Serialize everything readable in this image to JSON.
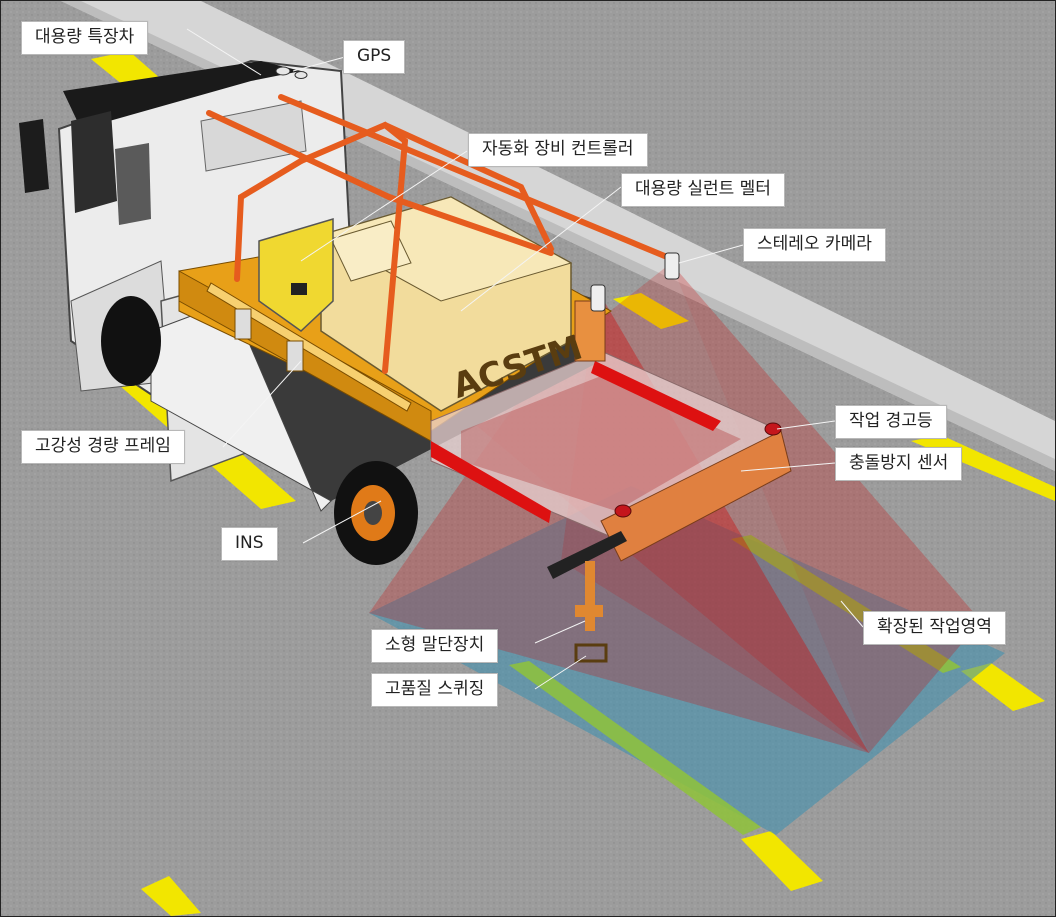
{
  "labels": {
    "vehicle": "대용량 특장차",
    "gps": "GPS",
    "controller": "자동화 장비 컨트롤러",
    "melter": "대용량 실런트 멜터",
    "camera": "스테레오 카메라",
    "frame": "고강성 경량 프레임",
    "warning_light": "작업 경고등",
    "collision_sensor": "충돌방지 센서",
    "ins": "INS",
    "expanded_area": "확장된 작업영역",
    "end_effector": "소형 말단장치",
    "squeegee": "고품질 스퀴징"
  },
  "machine_brand": "ACSTM",
  "colors": {
    "road": "#9a9a9a",
    "lane_yellow": "#f2e600",
    "truck_body": "#eeeeee",
    "orange_frame": "#e8a018",
    "rail_orange": "#e65c1e",
    "melter_box": "#f2dc9c",
    "camera_fov": "#cc1111",
    "work_area": "#3b8fb0"
  }
}
